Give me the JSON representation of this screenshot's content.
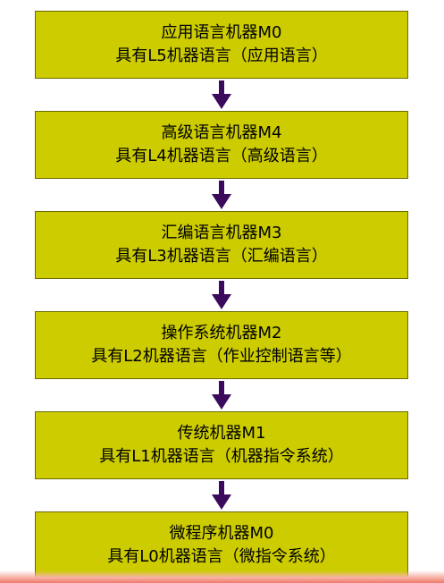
{
  "levels": [
    {
      "title": "应用语言机器M0",
      "subtitle": "具有L5机器语言（应用语言）"
    },
    {
      "title": "高级语言机器M4",
      "subtitle": "具有L4机器语言（高级语言）"
    },
    {
      "title": "汇编语言机器M3",
      "subtitle": "具有L3机器语言（汇编语言）"
    },
    {
      "title": "操作系统机器M2",
      "subtitle": "具有L2机器语言（作业控制语言等）"
    },
    {
      "title": "传统机器M1",
      "subtitle": "具有L1机器语言（机器指令系统）"
    },
    {
      "title": "微程序机器M0",
      "subtitle": "具有L0机器语言（微指令系统）"
    }
  ],
  "colors": {
    "box_fill": "#cccc00",
    "box_border": "#6b6b00",
    "arrow": "#3b0a5c",
    "bottom_glow": "#ef7a6a"
  }
}
